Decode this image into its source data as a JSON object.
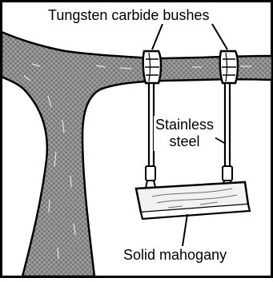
{
  "labels": {
    "bushes": "Tungsten carbide bushes",
    "rope_line1": "Stainless",
    "rope_line2": "steel",
    "seat": "Solid mahogany"
  },
  "colors": {
    "ink": "#000000",
    "paper": "#ffffff",
    "bark": "#8f8f8f",
    "seat_fill": "#f2f2f2"
  }
}
